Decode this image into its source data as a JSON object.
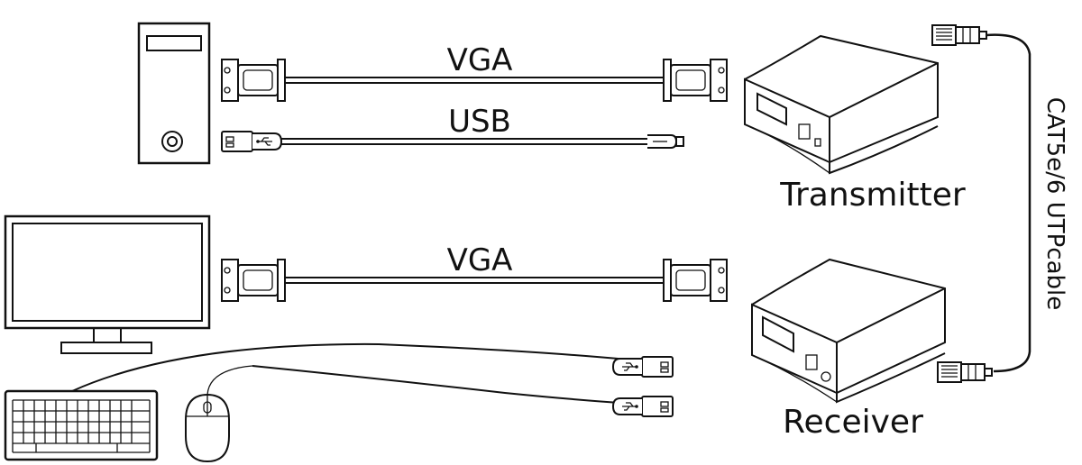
{
  "labels": {
    "vga_top": "VGA",
    "usb": "USB",
    "vga_bottom": "VGA",
    "transmitter": "Transmitter",
    "receiver": "Receiver",
    "cat_cable": "CAT5e/6 UTPcable"
  },
  "colors": {
    "line": "#111111",
    "background": "#ffffff"
  },
  "icons": [
    "computer-tower-icon",
    "monitor-icon",
    "keyboard-icon",
    "mouse-icon",
    "vga-connector-icon",
    "usb-a-connector-icon",
    "mini-usb-connector-icon",
    "rj45-connector-icon",
    "extender-box-icon"
  ]
}
